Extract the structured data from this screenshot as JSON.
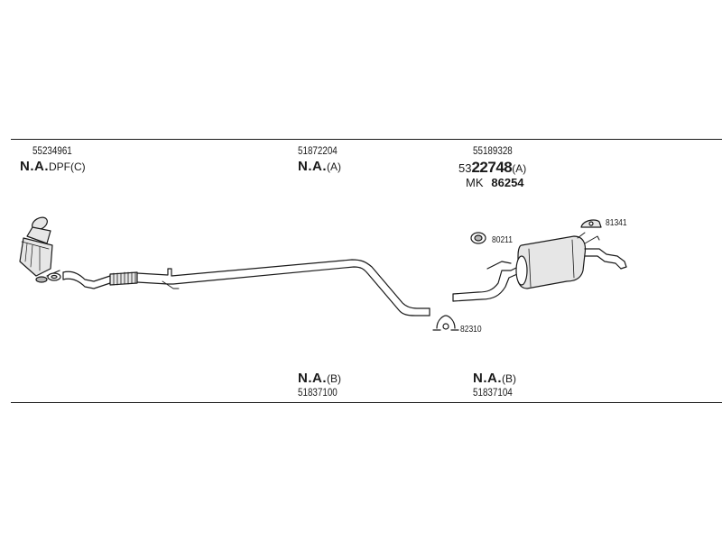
{
  "labels": {
    "top_left_part": "55234961",
    "top_left_na": "N.A.",
    "top_left_suffix": "DPF(C)",
    "top_mid_part": "51872204",
    "top_mid_na": "N.A.",
    "top_mid_suffix": "(A)",
    "top_right_part": "55189328",
    "top_right_prefix": "53",
    "top_right_main": "22748",
    "top_right_suffix": "(A)",
    "mk_prefix": "MK",
    "mk_number": "86254",
    "clamp_80211": "80211",
    "mount_81341": "81341",
    "clamp_82310": "82310",
    "bottom_mid_na": "N.A.",
    "bottom_mid_suffix": "(B)",
    "bottom_mid_part": "51837100",
    "bottom_right_na": "N.A.",
    "bottom_right_suffix": "(B)",
    "bottom_right_part": "51837104"
  },
  "colors": {
    "line": "#1a1a1a",
    "part_fill": "#e6e6e6",
    "part_shade": "#b8b8b8"
  }
}
